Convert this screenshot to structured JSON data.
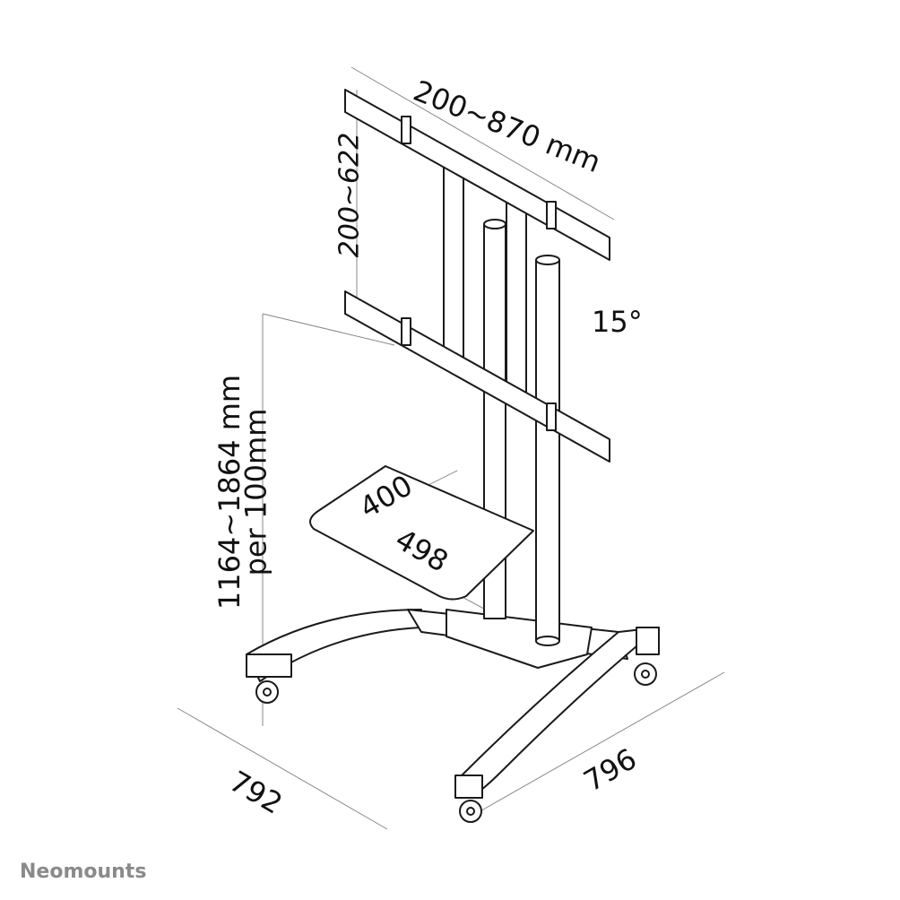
{
  "dimensions": {
    "mount_width": "200~870 mm",
    "mount_height": "200~622",
    "tilt": "15°",
    "height_range": "1164~1864 mm",
    "height_step": "per 100mm",
    "shelf_width": "400",
    "shelf_depth": "498",
    "base_depth": "792",
    "base_width": "796"
  },
  "brand": "Neomounts",
  "colors": {
    "line": "#1a1a1a",
    "logo": "#8a8a8a"
  }
}
